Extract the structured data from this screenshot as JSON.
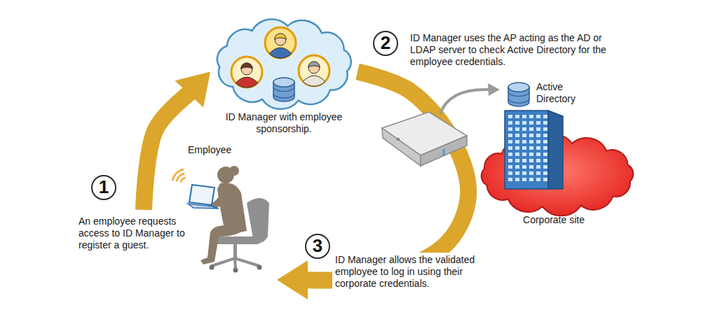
{
  "diagram": {
    "nodes": [
      {
        "text": [
          "Employee"
        ]
      },
      {
        "text": [
          "ID Manager with employee sponsorship."
        ]
      },
      {
        "text": [
          "Corporate site"
        ]
      },
      {
        "text": [
          "Active Directory"
        ],
        "in": 2
      },
      {
        "text": [
          "1"
        ]
      },
      {
        "text": [
          "2"
        ]
      },
      {
        "text": [
          "3"
        ]
      }
    ],
    "edges": [
      {
        "from": 0,
        "to": 1,
        "arrow": "to"
      },
      {
        "from": 1,
        "to": 0,
        "arrow": "to"
      }
    ],
    "labels": [
      "ID Manager uses the AP acting as the AD or LDAP server to check Active Directory for the employee credentials.",
      "An employee requests access to ID Manager to register a guest.",
      "ID Manager allows the validated employee to log in using their corporate credentials."
    ]
  }
}
